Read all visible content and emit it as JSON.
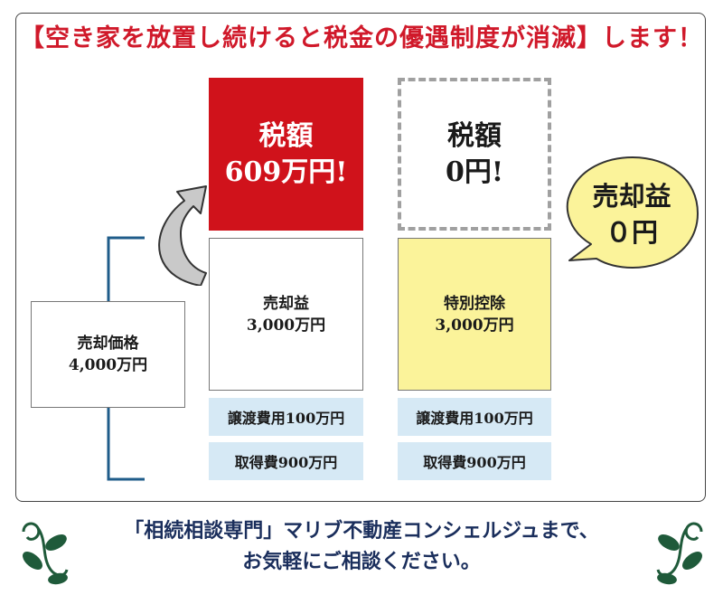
{
  "headline": "【空き家を放置し続けると税金の優遇制度が消滅】します！",
  "left_column": {
    "tax": {
      "line1": "税額",
      "line2": "609万円!"
    },
    "gain": {
      "line1": "売却益",
      "line2": "3,000万円"
    },
    "costs": [
      "譲渡費用100万円",
      "取得費900万円"
    ]
  },
  "right_column": {
    "tax": {
      "line1": "税額",
      "line2": "0円!"
    },
    "deduction": {
      "line1": "特別控除",
      "line2": "3,000万円"
    },
    "costs": [
      "譲渡費用100万円",
      "取得費900万円"
    ]
  },
  "sale_price": {
    "line1": "売却価格",
    "line2": "4,000万円"
  },
  "bubble": {
    "line1": "売却益",
    "line2": "０円"
  },
  "footer": {
    "line1": "「相続相談専門」マリブ不動産コンシェルジュまで、",
    "line2": "お気軽にご相談ください。"
  },
  "colors": {
    "accent_red": "#d0121b",
    "deduction_yellow": "#fbf39a",
    "bubble_yellow": "#fbf39a",
    "cost_blue": "#d6e9f5",
    "bracket_blue": "#1f5c8a",
    "footer_navy": "#1a2e5c",
    "vine_green": "#1f5a3a"
  },
  "icons": {
    "arrow": "curved-arrow-icon",
    "ornament_left": "vine-ornament-icon",
    "ornament_right": "vine-ornament-icon"
  }
}
